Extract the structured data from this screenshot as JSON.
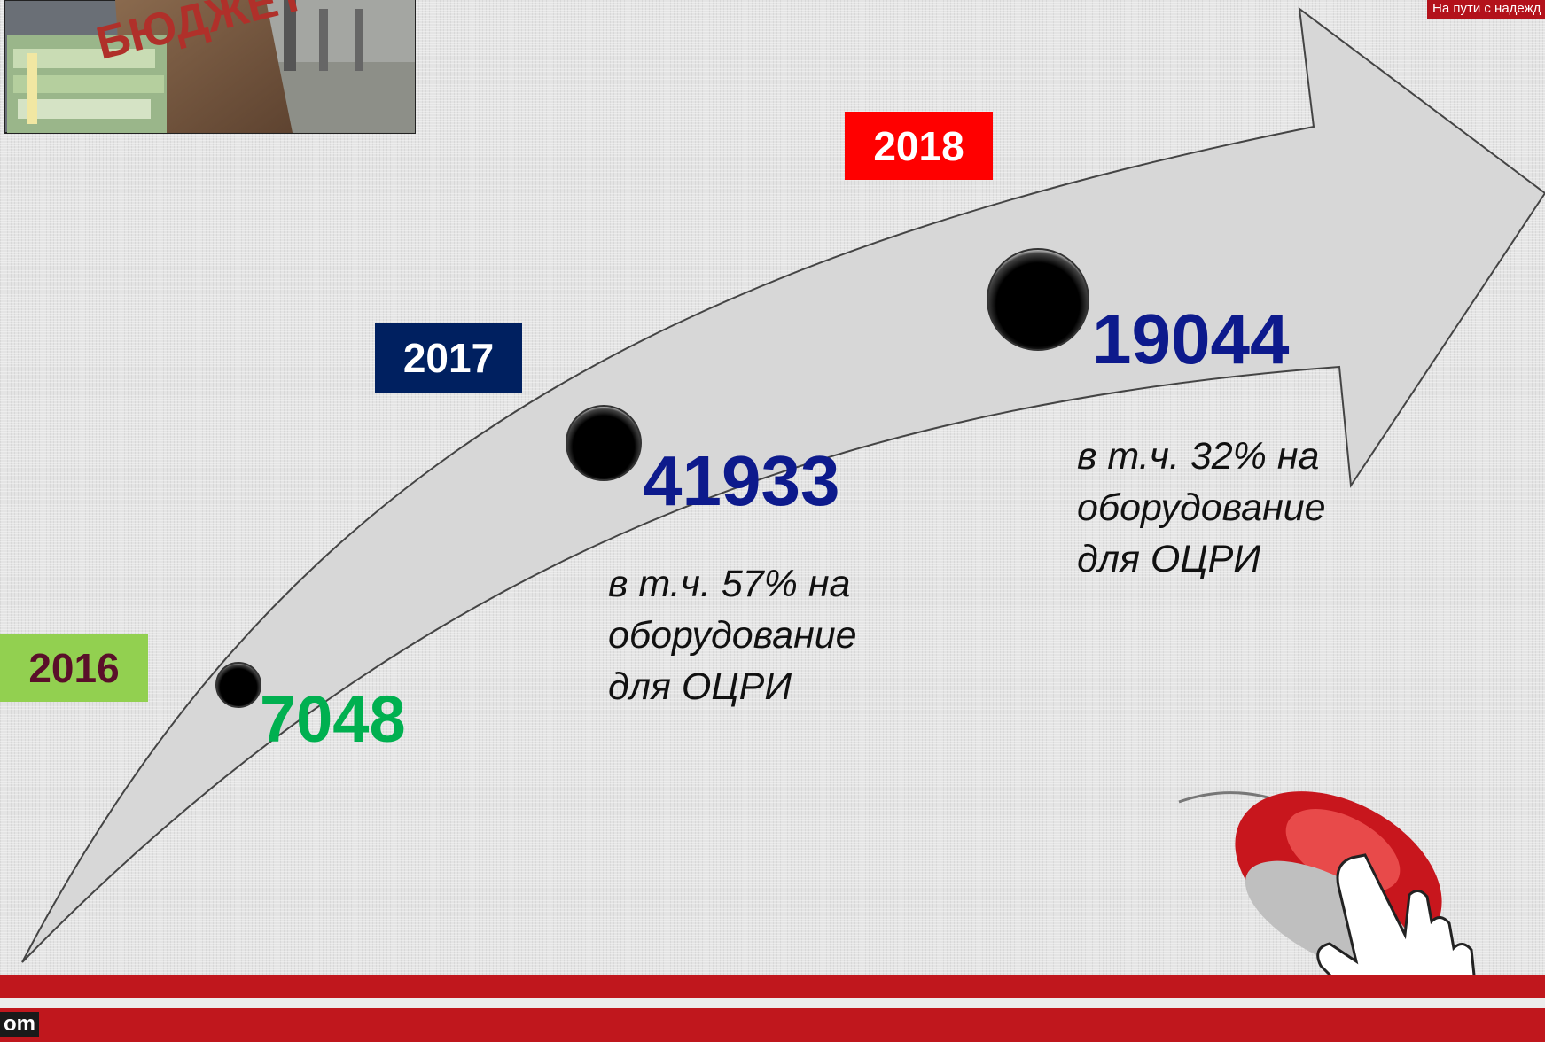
{
  "years": [
    "2016",
    "2017",
    "2018"
  ],
  "values": [
    "7048",
    "41933",
    "19044"
  ],
  "notes": {
    "n2017": [
      "в т.ч. 57% на",
      "оборудование",
      "для ОЦРИ"
    ],
    "n2018": [
      "в т.ч. 32% на",
      "оборудование",
      "для ОЦРИ"
    ]
  },
  "photo": {
    "sack_text": "БЮДЖЕТ"
  },
  "corner_label": "На пути с надежд",
  "footer_text": "om",
  "colors": {
    "year_2016_bg": "#92d050",
    "year_2016_text": "#5a0f2a",
    "year_2017_bg": "#002060",
    "year_2018_bg": "#ff0000",
    "value_2016": "#00b050",
    "value_2017": "#0d1a8c",
    "value_2018": "#0d1a8c",
    "footer_red": "#c0171d"
  }
}
